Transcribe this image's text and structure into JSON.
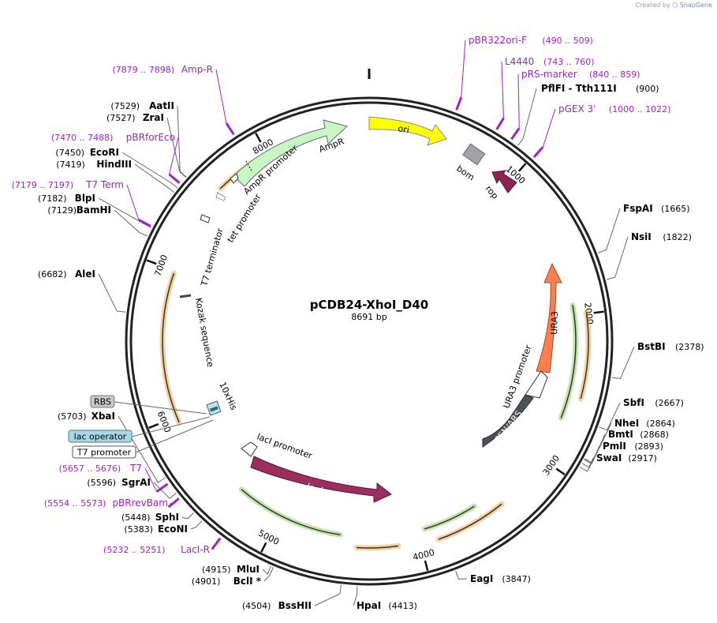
{
  "credit": {
    "prefix": "Created by",
    "brand": "SnapGene"
  },
  "plasmid": {
    "name": "pCDB24-XhoI_D40",
    "size": "8691 bp",
    "length": 8691
  },
  "colors": {
    "primer": "#a020c8",
    "ori": "#ffff00",
    "ampr": "#c8f7c5",
    "laci": "#9b2d5f",
    "ura3": "#ff7f50",
    "cenars": "#4a525c",
    "bom": "#a0a4a8",
    "rop": "#8e2452",
    "orf_green": "#7cc84a",
    "orf_orange": "#e8a030"
  },
  "ticks": [
    {
      "pos": 1000,
      "label": "1000"
    },
    {
      "pos": 2000,
      "label": "2000"
    },
    {
      "pos": 3000,
      "label": "3000"
    },
    {
      "pos": 4000,
      "label": "4000"
    },
    {
      "pos": 5000,
      "label": "5000"
    },
    {
      "pos": 6000,
      "label": "6000"
    },
    {
      "pos": 7000,
      "label": "7000"
    },
    {
      "pos": 8000,
      "label": "8000"
    }
  ],
  "right_sites": [
    {
      "name": "FspAI",
      "coord": "(1665)",
      "pos": 1665
    },
    {
      "name": "NsiI",
      "coord": "(1822)",
      "pos": 1822
    },
    {
      "name": "BstBI",
      "coord": "(2378)",
      "pos": 2378
    },
    {
      "name": "SbfI",
      "coord": "(2667)",
      "pos": 2667
    },
    {
      "name": "NheI",
      "coord": "(2864)",
      "pos": 2864
    },
    {
      "name": "BmtI",
      "coord": "(2868)",
      "pos": 2868
    },
    {
      "name": "PmlI",
      "coord": "(2893)",
      "pos": 2893
    },
    {
      "name": "SwaI",
      "coord": "(2917)",
      "pos": 2917
    },
    {
      "name": "EagI",
      "coord": "(3847)",
      "pos": 3847
    },
    {
      "name": "HpaI",
      "coord": "(4413)",
      "pos": 4413
    }
  ],
  "left_sites": [
    {
      "name": "BssHII",
      "coord": "(4504)",
      "pos": 4504
    },
    {
      "name": "BclI *",
      "coord": "(4901)",
      "pos": 4901
    },
    {
      "name": "MluI",
      "coord": "(4915)",
      "pos": 4915
    },
    {
      "name": "EcoNI",
      "coord": "(5383)",
      "pos": 5383
    },
    {
      "name": "SphI",
      "coord": "(5448)",
      "pos": 5448
    },
    {
      "name": "SgrAI",
      "coord": "(5596)",
      "pos": 5596
    },
    {
      "name": "XbaI",
      "coord": "(5703)",
      "pos": 5703
    },
    {
      "name": "AleI",
      "coord": "(6682)",
      "pos": 6682
    },
    {
      "name": "BamHI",
      "coord": "(7129)",
      "pos": 7129
    },
    {
      "name": "BlpI",
      "coord": "(7182)",
      "pos": 7182
    },
    {
      "name": "HindIII",
      "coord": "(7419)",
      "pos": 7419
    },
    {
      "name": "EcoRI",
      "coord": "(7450)",
      "pos": 7450
    },
    {
      "name": "ZraI",
      "coord": "(7527)",
      "pos": 7527
    },
    {
      "name": "AatII",
      "coord": "(7529)",
      "pos": 7529
    },
    {
      "name": "PflFI - Tth111I",
      "coord": "(900)",
      "pos": 900
    }
  ],
  "primers": [
    {
      "name": "pBR322ori-F",
      "coord": "(490 .. 509)",
      "pos": 500
    },
    {
      "name": "L4440",
      "coord": "(743 .. 760)",
      "pos": 751
    },
    {
      "name": "pRS-marker",
      "coord": "(840 .. 859)",
      "pos": 850
    },
    {
      "name": "pGEX 3'",
      "coord": "(1000 .. 1022)",
      "pos": 1011
    },
    {
      "name": "LacI-R",
      "coord": "(5232 .. 5251)",
      "pos": 5241
    },
    {
      "name": "pBRrevBam",
      "coord": "(5554 .. 5573)",
      "pos": 5563
    },
    {
      "name": "T7",
      "coord": "(5657 .. 5676)",
      "pos": 5666
    },
    {
      "name": "T7 Term",
      "coord": "(7179 .. 7197)",
      "pos": 7188
    },
    {
      "name": "pBRforEco",
      "coord": "(7470 .. 7488)",
      "pos": 7479
    },
    {
      "name": "Amp-R",
      "coord": "(7879 .. 7898)",
      "pos": 7888
    }
  ],
  "boxed_features": [
    {
      "name": "RBS",
      "style": "gray"
    },
    {
      "name": "lac operator",
      "style": "blue"
    },
    {
      "name": "T7 promoter",
      "style": "white"
    }
  ],
  "features": {
    "ori": "ori",
    "bom": "bom",
    "rop": "rop",
    "ampr": "AmpR",
    "ampr_promoter": "AmpR promoter",
    "tet_promoter": "tet promoter",
    "t7_terminator": "T7 terminator",
    "kozak": "Kozak sequence",
    "his": "10xHis",
    "laci_promoter": "lacI promoter",
    "laci": "lacI",
    "ura3": "URA3",
    "ura3_promoter": "URA3 promoter",
    "cenars": "CEN/ARS"
  }
}
